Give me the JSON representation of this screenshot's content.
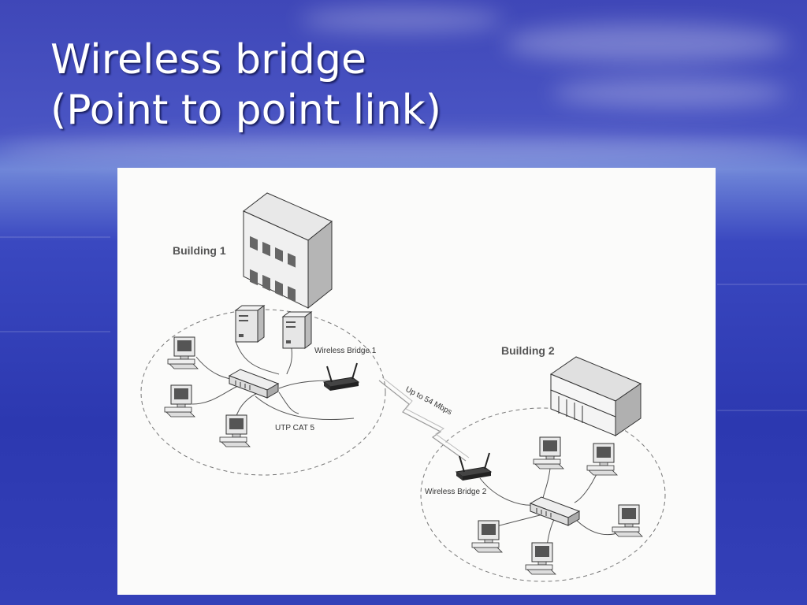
{
  "slide": {
    "title_line1": "Wireless bridge",
    "title_line2": "(Point to point link)"
  },
  "diagram": {
    "building1_label": "Building 1",
    "building2_label": "Building 2",
    "bridge1_label": "Wireless Bridge 1",
    "bridge2_label": "Wireless Bridge 2",
    "cable_label": "UTP CAT 5",
    "link_label": "Up to 54 Mbps"
  },
  "colors": {
    "background": "#3a48c0",
    "title_text": "#ffffff",
    "diagram_background": "#fbfbfa"
  }
}
